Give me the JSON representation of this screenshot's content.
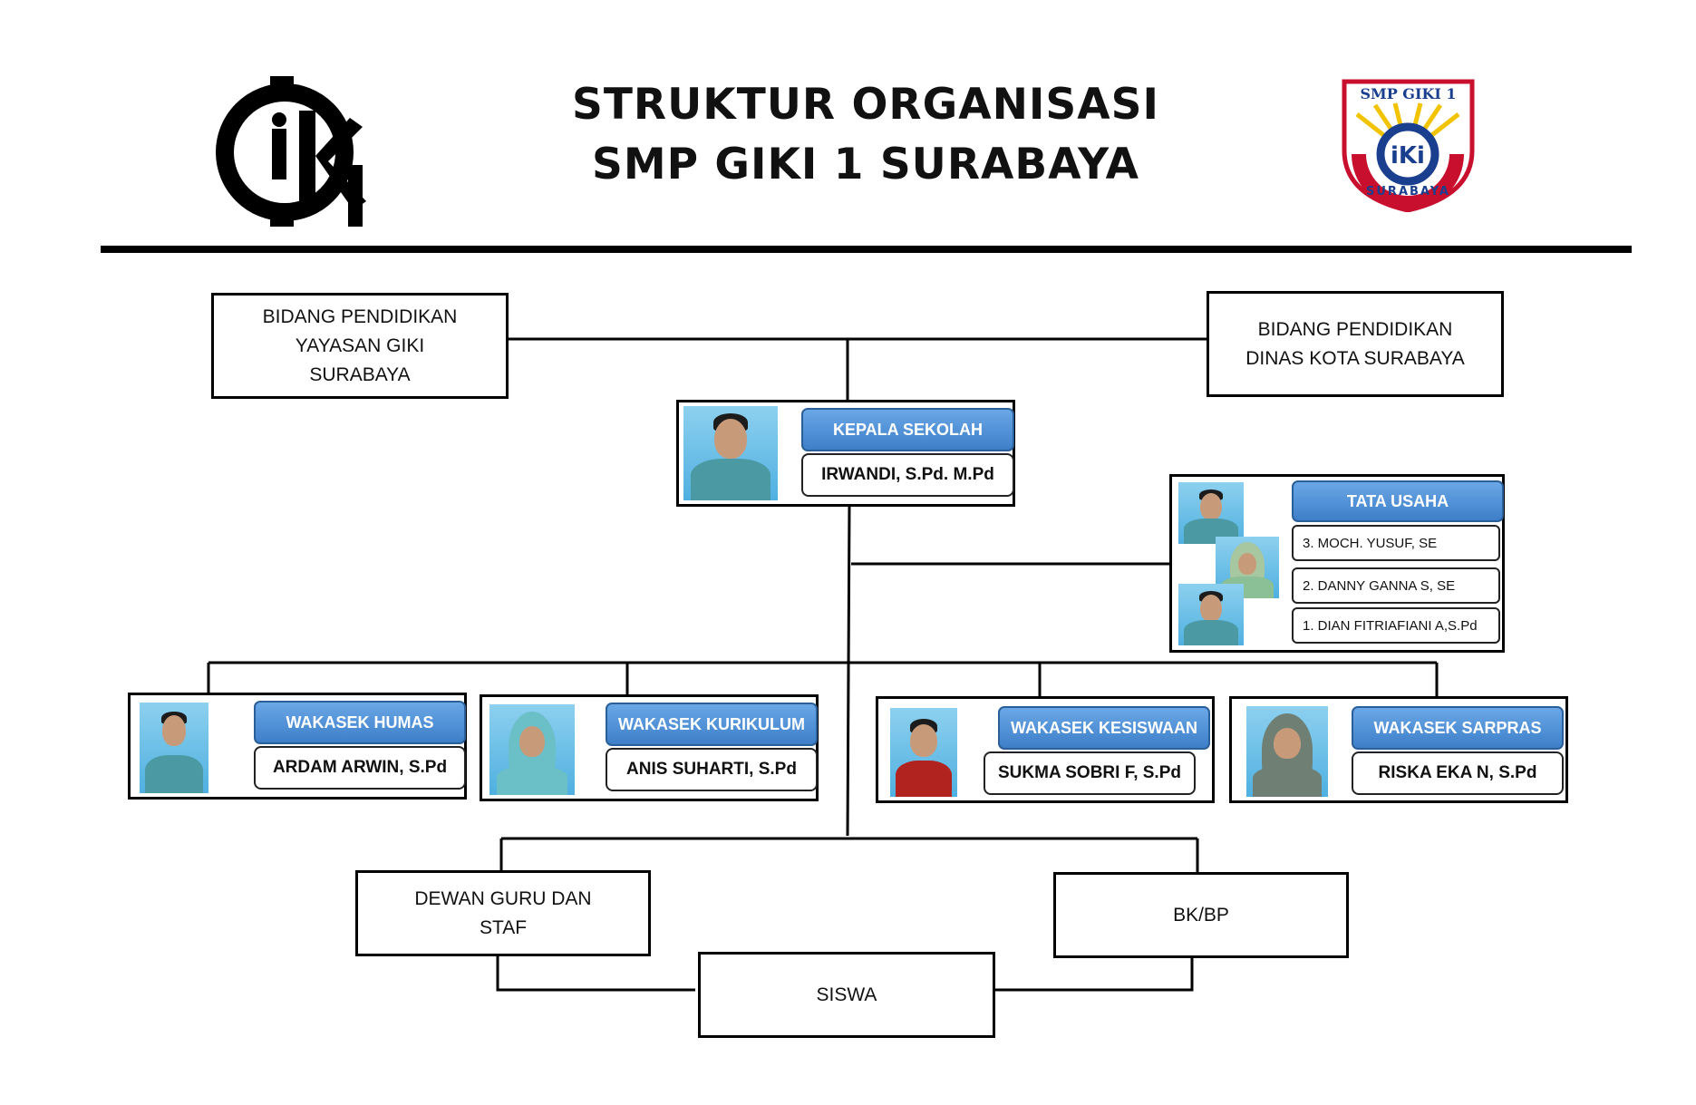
{
  "header": {
    "title_line1": "STRUKTUR ORGANISASI",
    "title_line2": "SMP GIKI 1 SURABAYA",
    "left_logo_text": "GiKi",
    "right_logo_top": "SMP GIKI 1",
    "right_logo_bottom": "SURABAYA"
  },
  "top_boxes": {
    "yayasan": [
      "BIDANG PENDIDIKAN",
      "YAYASAN GIKI",
      "SURABAYA"
    ],
    "dinas": [
      "BIDANG PENDIDIKAN",
      "DINAS KOTA SURABAYA"
    ]
  },
  "kepala": {
    "role": "KEPALA SEKOLAH",
    "name": "IRWANDI, S.Pd. M.Pd"
  },
  "tata_usaha": {
    "role": "TATA USAHA",
    "names": [
      "3.  MOCH. YUSUF, SE",
      "2.  DANNY GANNA S, SE",
      "1.  DIAN FITRIAFIANI A,S.Pd"
    ]
  },
  "wakasek": [
    {
      "role": "WAKASEK HUMAS",
      "name": "ARDAM ARWIN, S.Pd"
    },
    {
      "role": "WAKASEK KURIKULUM",
      "name": "ANIS SUHARTI, S.Pd"
    },
    {
      "role": "WAKASEK KESISWAAN",
      "name": "SUKMA SOBRI F, S.Pd"
    },
    {
      "role": "WAKASEK SARPRAS",
      "name": "RISKA EKA N, S.Pd"
    }
  ],
  "bottom": {
    "dewan": [
      "DEWAN GURU DAN",
      "STAF"
    ],
    "bk": "BK/BP",
    "siswa": "SISWA"
  },
  "colors": {
    "role_fill": "#4a8ad4",
    "photo_bg": "#5bb5e3",
    "logo_red": "#c8102e",
    "logo_blue": "#1b3f8f",
    "logo_yellow": "#f2c300"
  }
}
